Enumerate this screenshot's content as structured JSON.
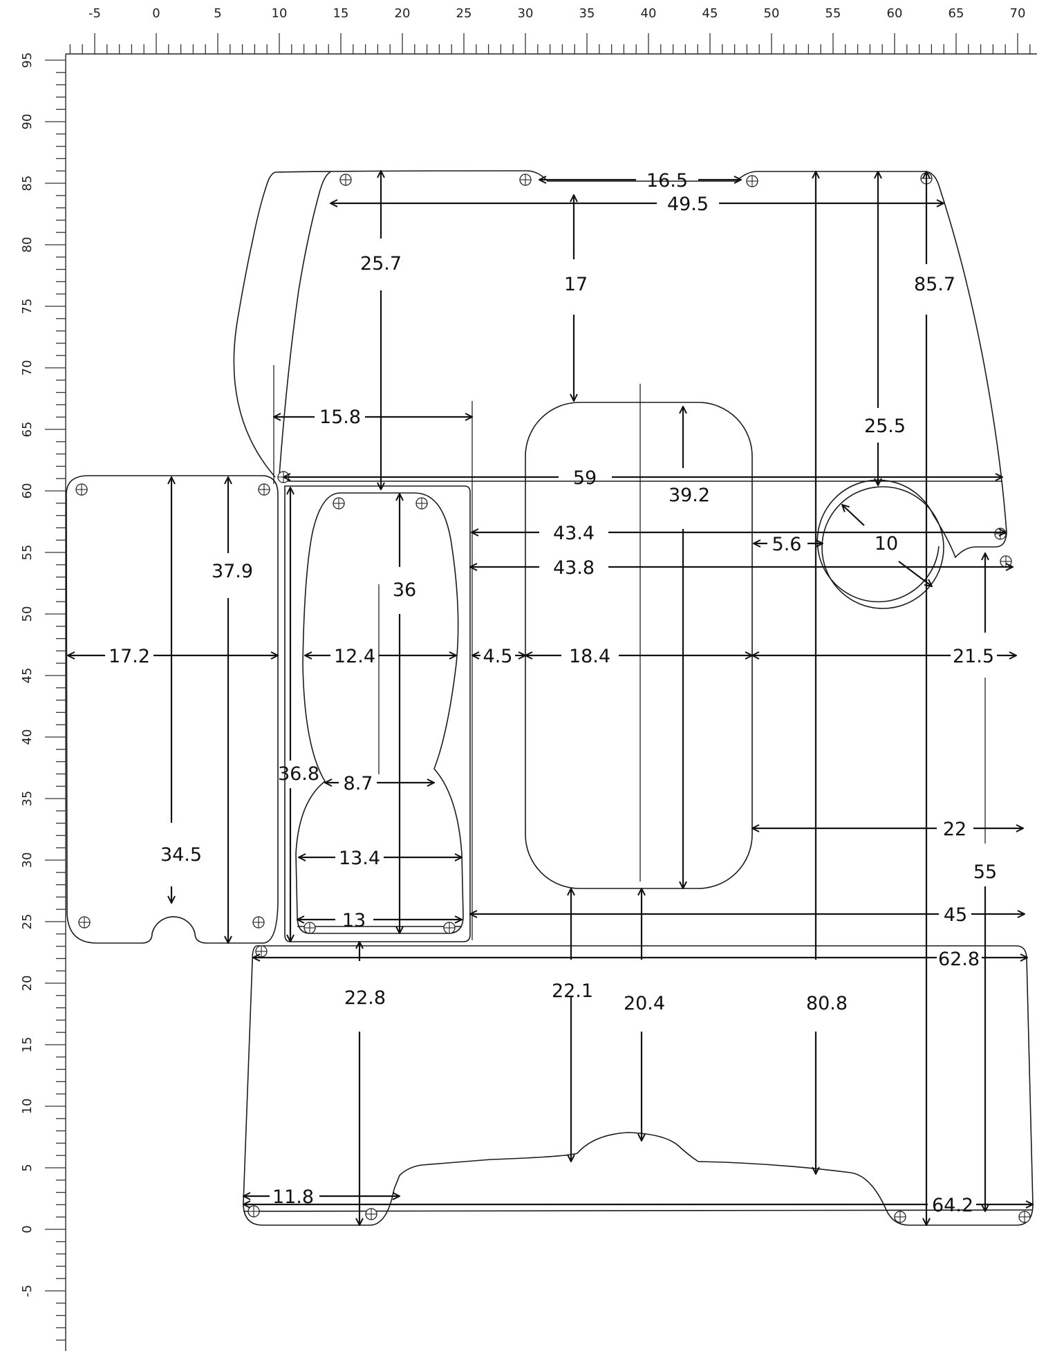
{
  "ruler": {
    "top_labels": [
      "-5",
      "0",
      "5",
      "10",
      "15",
      "20",
      "25",
      "30",
      "35",
      "40",
      "45",
      "50",
      "55",
      "60",
      "65",
      "70"
    ],
    "left_labels": [
      "95",
      "90",
      "85",
      "80",
      "75",
      "70",
      "65",
      "60",
      "55",
      "50",
      "45",
      "40",
      "35",
      "30",
      "25",
      "20",
      "15",
      "10",
      "5",
      "0",
      "-5"
    ]
  },
  "dimensions": [
    {
      "id": "d-16-5",
      "text": "16.5"
    },
    {
      "id": "d-49-5",
      "text": "49.5"
    },
    {
      "id": "d-25-7",
      "text": "25.7"
    },
    {
      "id": "d-17",
      "text": "17"
    },
    {
      "id": "d-85-7",
      "text": "85.7"
    },
    {
      "id": "d-15-8",
      "text": "15.8"
    },
    {
      "id": "d-25-5",
      "text": "25.5"
    },
    {
      "id": "d-59",
      "text": "59"
    },
    {
      "id": "d-39-2",
      "text": "39.2"
    },
    {
      "id": "d-37-9",
      "text": "37.9"
    },
    {
      "id": "d-43-4",
      "text": "43.4"
    },
    {
      "id": "d-5-6",
      "text": "5.6"
    },
    {
      "id": "d-10",
      "text": "10"
    },
    {
      "id": "d-43-8",
      "text": "43.8"
    },
    {
      "id": "d-36",
      "text": "36"
    },
    {
      "id": "d-17-2",
      "text": "17.2"
    },
    {
      "id": "d-12-4",
      "text": "12.4"
    },
    {
      "id": "d-4-5",
      "text": "4.5"
    },
    {
      "id": "d-18-4",
      "text": "18.4"
    },
    {
      "id": "d-21-5",
      "text": "21.5"
    },
    {
      "id": "d-36-8",
      "text": "36.8"
    },
    {
      "id": "d-8-7",
      "text": "8.7"
    },
    {
      "id": "d-22",
      "text": "22"
    },
    {
      "id": "d-34-5",
      "text": "34.5"
    },
    {
      "id": "d-13-4",
      "text": "13.4"
    },
    {
      "id": "d-55",
      "text": "55"
    },
    {
      "id": "d-13",
      "text": "13"
    },
    {
      "id": "d-45",
      "text": "45"
    },
    {
      "id": "d-62-8",
      "text": "62.8"
    },
    {
      "id": "d-22-8",
      "text": "22.8"
    },
    {
      "id": "d-22-1",
      "text": "22.1"
    },
    {
      "id": "d-20-4",
      "text": "20.4"
    },
    {
      "id": "d-80-8",
      "text": "80.8"
    },
    {
      "id": "d-11-8",
      "text": "11.8"
    },
    {
      "id": "d-64-2",
      "text": "64.2"
    }
  ]
}
